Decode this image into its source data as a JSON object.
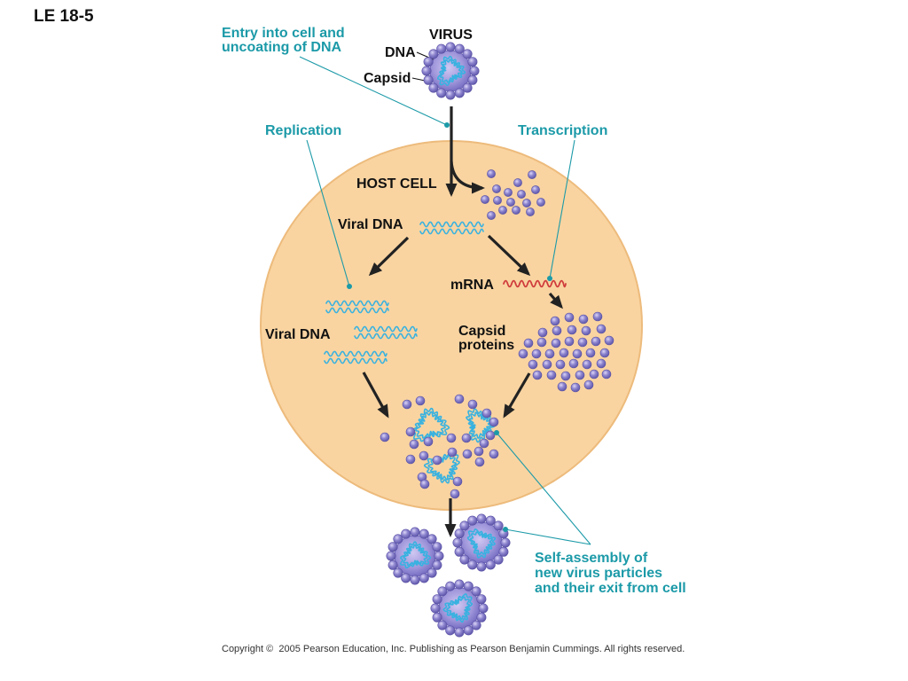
{
  "figure_label": "LE 18-5",
  "entry": {
    "line1": "Entry into cell and",
    "line2": "uncoating of DNA"
  },
  "virus": {
    "title": "VIRUS",
    "dna_label": "DNA",
    "capsid_label": "Capsid"
  },
  "stages": {
    "replication": "Replication",
    "transcription": "Transcription"
  },
  "host_cell": {
    "label": "HOST CELL",
    "viral_dna_label": "Viral DNA",
    "mrna_label": "mRNA",
    "replicated_dna_label": "Viral DNA",
    "capsid_proteins": {
      "line1": "Capsid",
      "line2": "proteins"
    }
  },
  "self_assembly": {
    "line1": "Self-assembly of",
    "line2": "new virus particles",
    "line3": "and their exit from cell"
  },
  "copyright": "Copyright ©  2005 Pearson Education, Inc. Publishing as Pearson Benjamin Cummings. All rights reserved.",
  "colors": {
    "label_teal": "#1C9AA8",
    "host_cell_fill": "#F9D4A1",
    "host_cell_edge": "#EDBB7C",
    "dna": "#38B2E0",
    "mrna": "#CF3B3B",
    "capsid_protein": "#8E86CF",
    "arrow": "#222222"
  }
}
